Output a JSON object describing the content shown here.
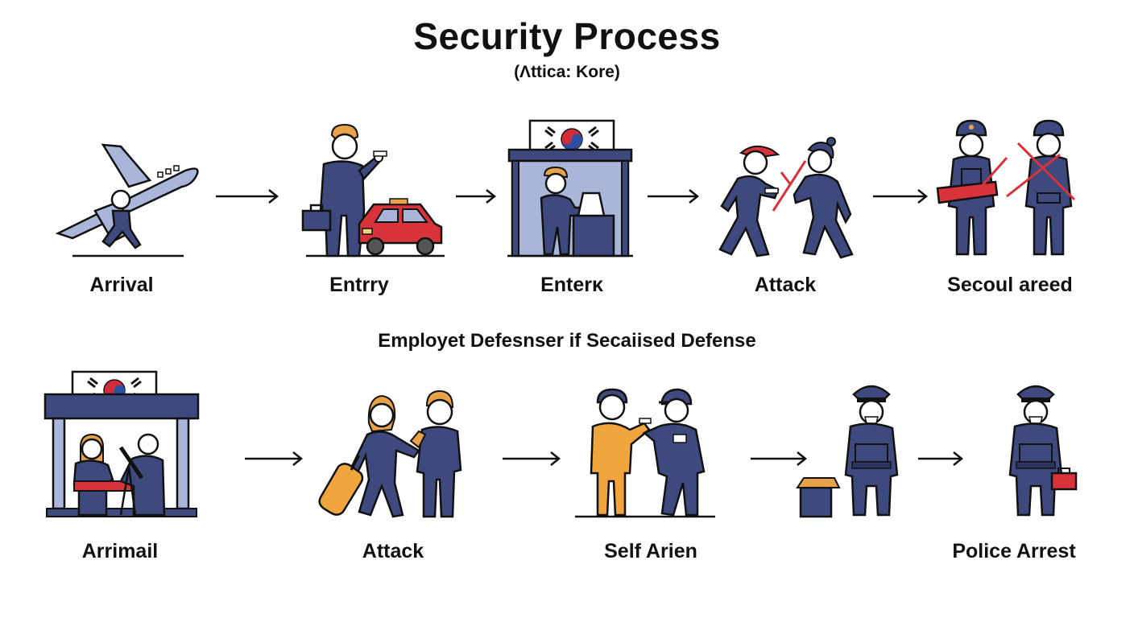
{
  "title": "Security Process",
  "subtitle": "(Λttica: Kore)",
  "section_title": "Employet Defesnser if Secaiised Defense",
  "row1": {
    "steps": [
      {
        "label": "Arrival",
        "icon": "airplane-person-icon"
      },
      {
        "label": "Entrry",
        "icon": "traveler-car-icon"
      },
      {
        "label": "Enterκ",
        "icon": "checkpoint-booth-icon"
      },
      {
        "label": "Attack",
        "icon": "attack-scuffle-icon"
      },
      {
        "label": "Secoul areed",
        "icon": "armed-guards-icon"
      }
    ]
  },
  "row2": {
    "steps": [
      {
        "label": "Arrimail",
        "icon": "gate-officers-icon"
      },
      {
        "label": "Attack",
        "icon": "luggage-confrontation-icon"
      },
      {
        "label": "Self Arien",
        "icon": "self-defense-icon"
      },
      {
        "label": "",
        "icon": "officer-box-icon"
      },
      {
        "label": "Police Arrest",
        "icon": "police-officer-icon"
      }
    ]
  },
  "colors": {
    "navy": "#3e4a7e",
    "outline": "#111111",
    "skin": "#ffffff",
    "hair": "#e8a24a",
    "red": "#d8323a",
    "light_blue": "#a9b6d9",
    "orange": "#f0a63c",
    "flag_red": "#d02c3a",
    "flag_blue": "#2c4fa3"
  }
}
